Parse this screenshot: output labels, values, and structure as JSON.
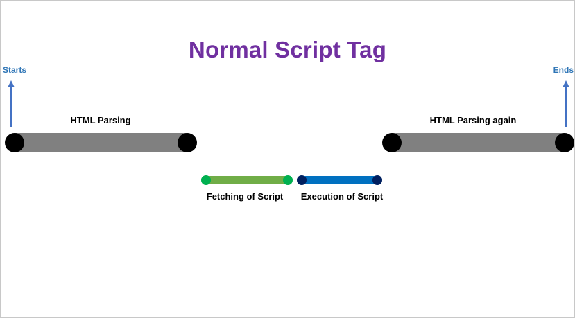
{
  "title": "Normal Script Tag",
  "markers": {
    "start": "Starts",
    "end": "Ends"
  },
  "phases": {
    "parsing_1": "HTML Parsing",
    "parsing_2": "HTML Parsing again",
    "fetching": "Fetching of Script",
    "execution": "Execution of Script"
  },
  "colors": {
    "title": "#7030a0",
    "markers": "#2e75b6",
    "arrow": "#4472c4",
    "parsing_bar": "#808080",
    "parsing_cap": "#000000",
    "fetch_bar": "#70ad47",
    "fetch_cap": "#00b050",
    "exec_bar": "#0070c0",
    "exec_cap": "#002060"
  }
}
